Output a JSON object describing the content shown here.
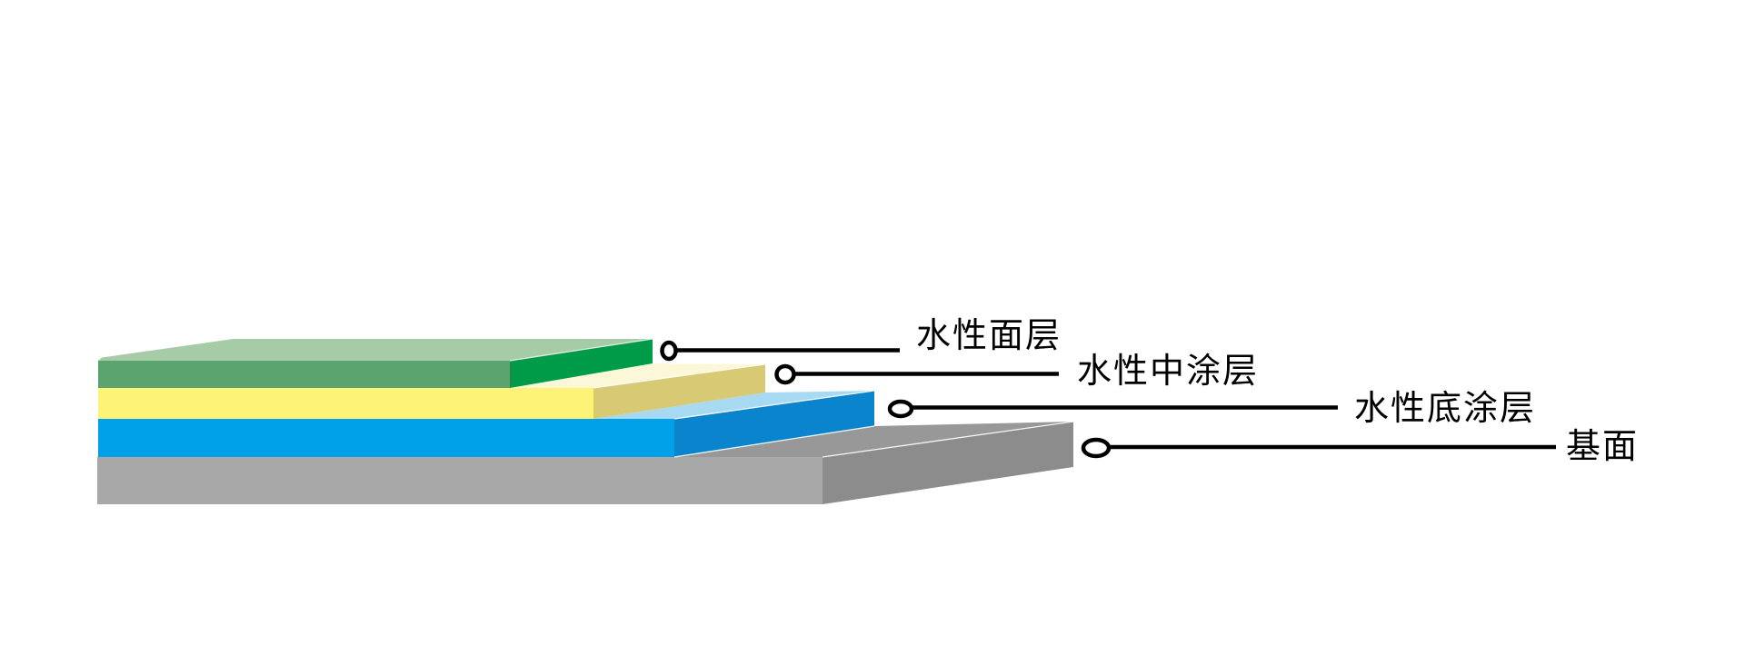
{
  "page": {
    "background": "#ffffff"
  },
  "diagram": {
    "type": "layered-coating-system-diagram",
    "layers": [
      {
        "id": "topcoat",
        "label": "水性面层",
        "color_top": "#a5cca7",
        "color_front": "#5ba46f",
        "color_side": "#009b48"
      },
      {
        "id": "midcoat",
        "label": "水性中涂层",
        "color_top": "#fcf8d7",
        "color_front": "#fdf377",
        "color_side": "#d8ca74"
      },
      {
        "id": "primer",
        "label": "水性底涂层",
        "color_top": "#a8d9f2",
        "color_front": "#00a0e9",
        "color_side": "#0a84cc"
      },
      {
        "id": "substrate",
        "label": "基面",
        "color_top": "#989898",
        "color_front": "#a8a8a8",
        "color_side": "#8c8c8c"
      }
    ],
    "leader": {
      "line_color": "#000000",
      "dot_fill": "#ffffff",
      "dot_stroke": "#000000"
    },
    "text_color": "#000000"
  }
}
